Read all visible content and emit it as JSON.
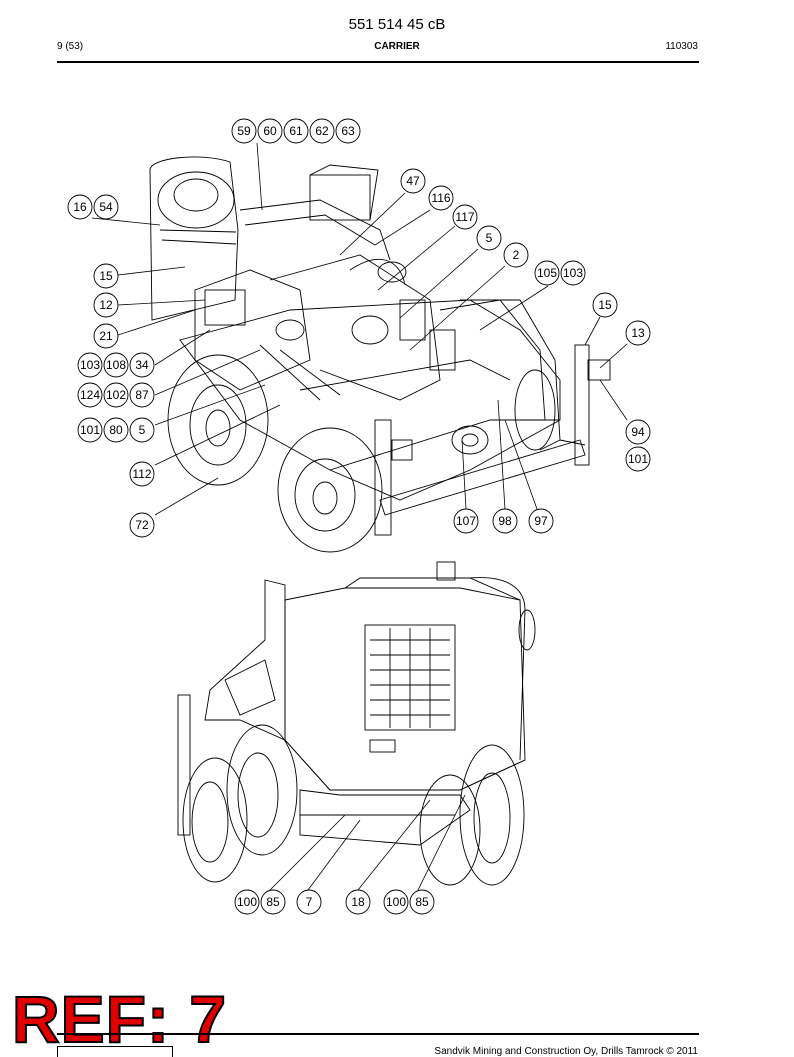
{
  "header": {
    "doc_number": "551 514 45 cB",
    "page": "9 (53)",
    "section": "CARRIER",
    "date_code": "110303"
  },
  "callouts": {
    "top": [
      "59",
      "60",
      "61",
      "62",
      "63",
      "16",
      "54",
      "47",
      "116",
      "117",
      "5",
      "2",
      "105",
      "103",
      "15",
      "15",
      "13",
      "12",
      "21",
      "103",
      "108",
      "34",
      "124",
      "102",
      "87",
      "101",
      "80",
      "5",
      "94",
      "101",
      "112",
      "72",
      "107",
      "98",
      "97"
    ],
    "bottom": [
      "100",
      "85",
      "7",
      "18",
      "100",
      "85"
    ]
  },
  "stamp": {
    "text": "REF: 7"
  },
  "footer": {
    "copyright": "Sandvik Mining and Construction Oy, Drills Tamrock © 2011"
  }
}
